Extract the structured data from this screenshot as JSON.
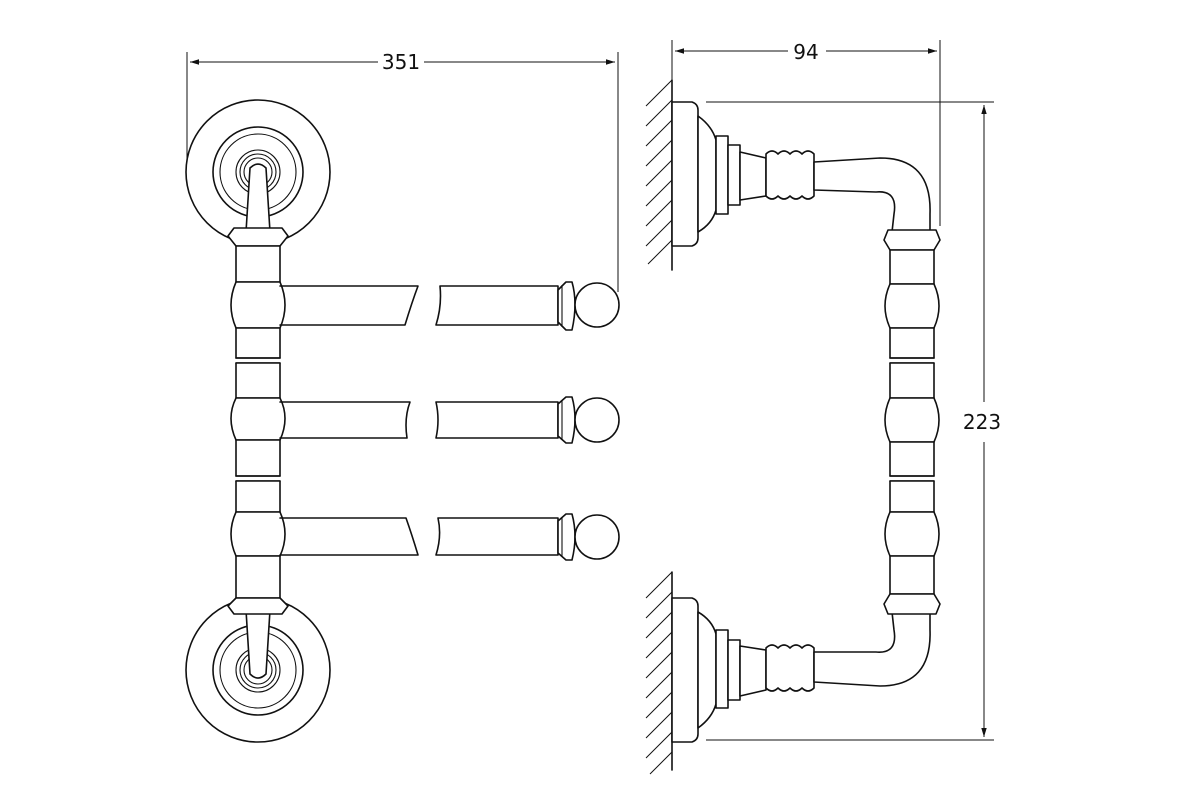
{
  "dimensions": {
    "width_label": "351",
    "depth_label": "94",
    "height_label": "223"
  }
}
